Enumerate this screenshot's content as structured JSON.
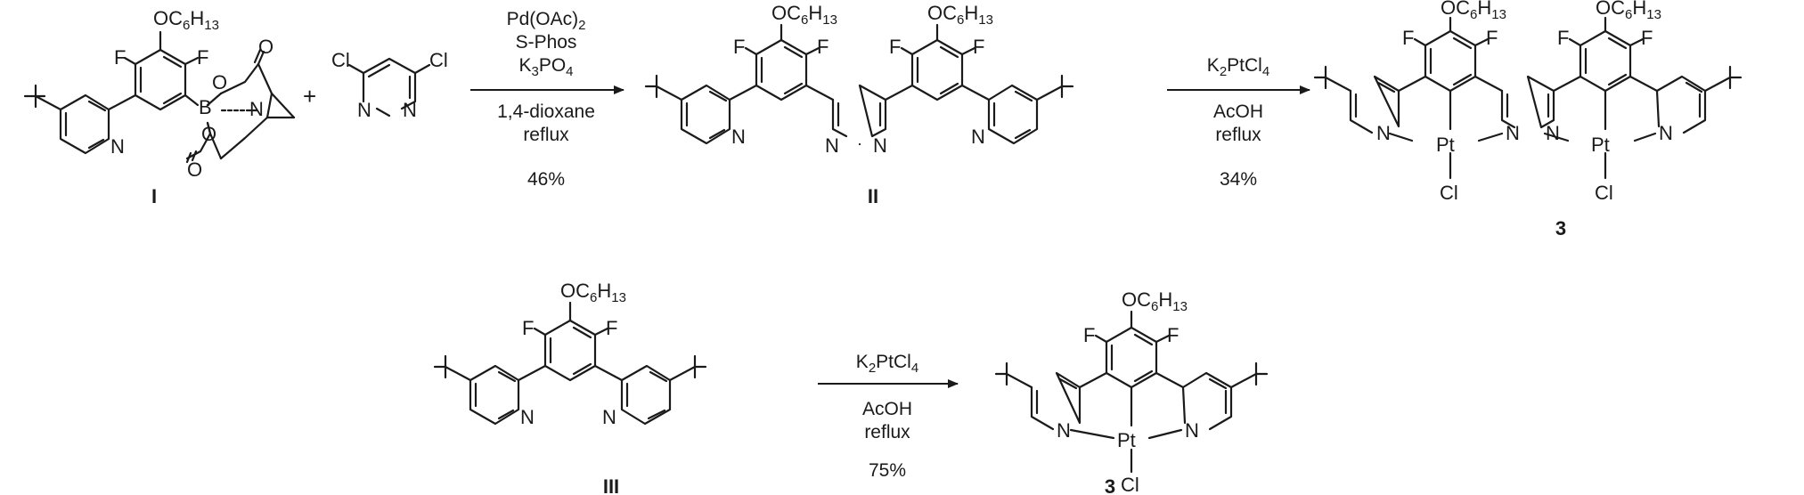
{
  "atoms": {
    "F": "F",
    "N": "N",
    "O": "O",
    "B": "B",
    "Cl": "Cl",
    "Pt": "Pt",
    "OC6H13_main": "OC",
    "OC6H13_sub1": "6",
    "OC6H13_mid": "H",
    "OC6H13_sub2": "13"
  },
  "plus": "+",
  "compound_labels": {
    "I": "I",
    "II": "II",
    "III": "III",
    "product_top": "3",
    "product_bottom": "3"
  },
  "reaction_1": {
    "reagent_1_main": "Pd(OAc)",
    "reagent_1_sub": "2",
    "reagent_2": "S-Phos",
    "reagent_3_a": "K",
    "reagent_3_sub1": "3",
    "reagent_3_b": "PO",
    "reagent_3_sub2": "4",
    "solvent": "1,4-dioxane",
    "condition": "reflux",
    "yield": "46%"
  },
  "reaction_2": {
    "reagent_a": "K",
    "reagent_sub": "2",
    "reagent_b": "PtCl",
    "reagent_sub2": "4",
    "solvent": "AcOH",
    "condition": "reflux",
    "yield": "34%"
  },
  "reaction_3": {
    "reagent_a": "K",
    "reagent_sub": "2",
    "reagent_b": "PtCl",
    "reagent_sub2": "4",
    "solvent": "AcOH",
    "condition": "reflux",
    "yield": "75%"
  }
}
